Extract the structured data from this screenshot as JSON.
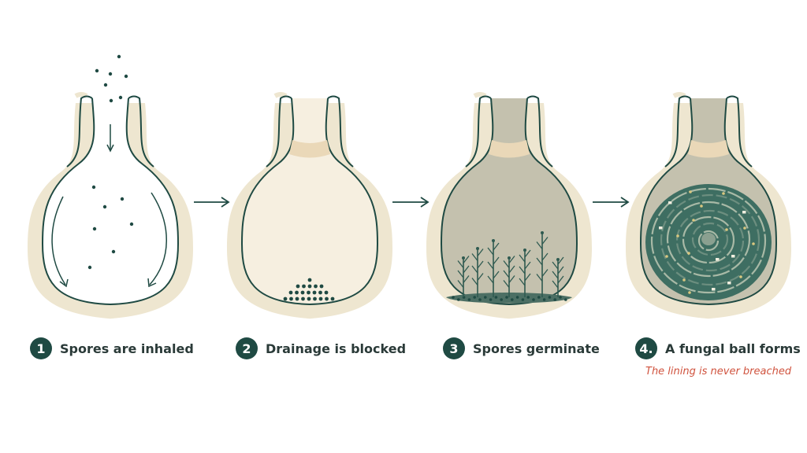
{
  "colors": {
    "ink": "#1f4a43",
    "lining": "#eee6d0",
    "cavity": "#ffffff",
    "mucus": "#f6efe0",
    "fluid": "#c4c1ae",
    "plug": "#ead8b8",
    "ball_dark": "#3e6e62",
    "ball_light": "#6c8e7f",
    "debris": "#d9c77f",
    "accent_red": "#d0533e"
  },
  "steps": [
    {
      "number": "1",
      "label": "Spores are inhaled",
      "icon": "spore-inhalation-icon"
    },
    {
      "number": "2",
      "label": "Drainage is blocked",
      "icon": "blocked-drainage-icon"
    },
    {
      "number": "3",
      "label": "Spores germinate",
      "icon": "germinating-hyphae-icon"
    },
    {
      "number": "4.",
      "label": "A fungal ball forms",
      "icon": "fungal-ball-icon"
    }
  ],
  "note": "The lining is never breached",
  "arrows": 3
}
